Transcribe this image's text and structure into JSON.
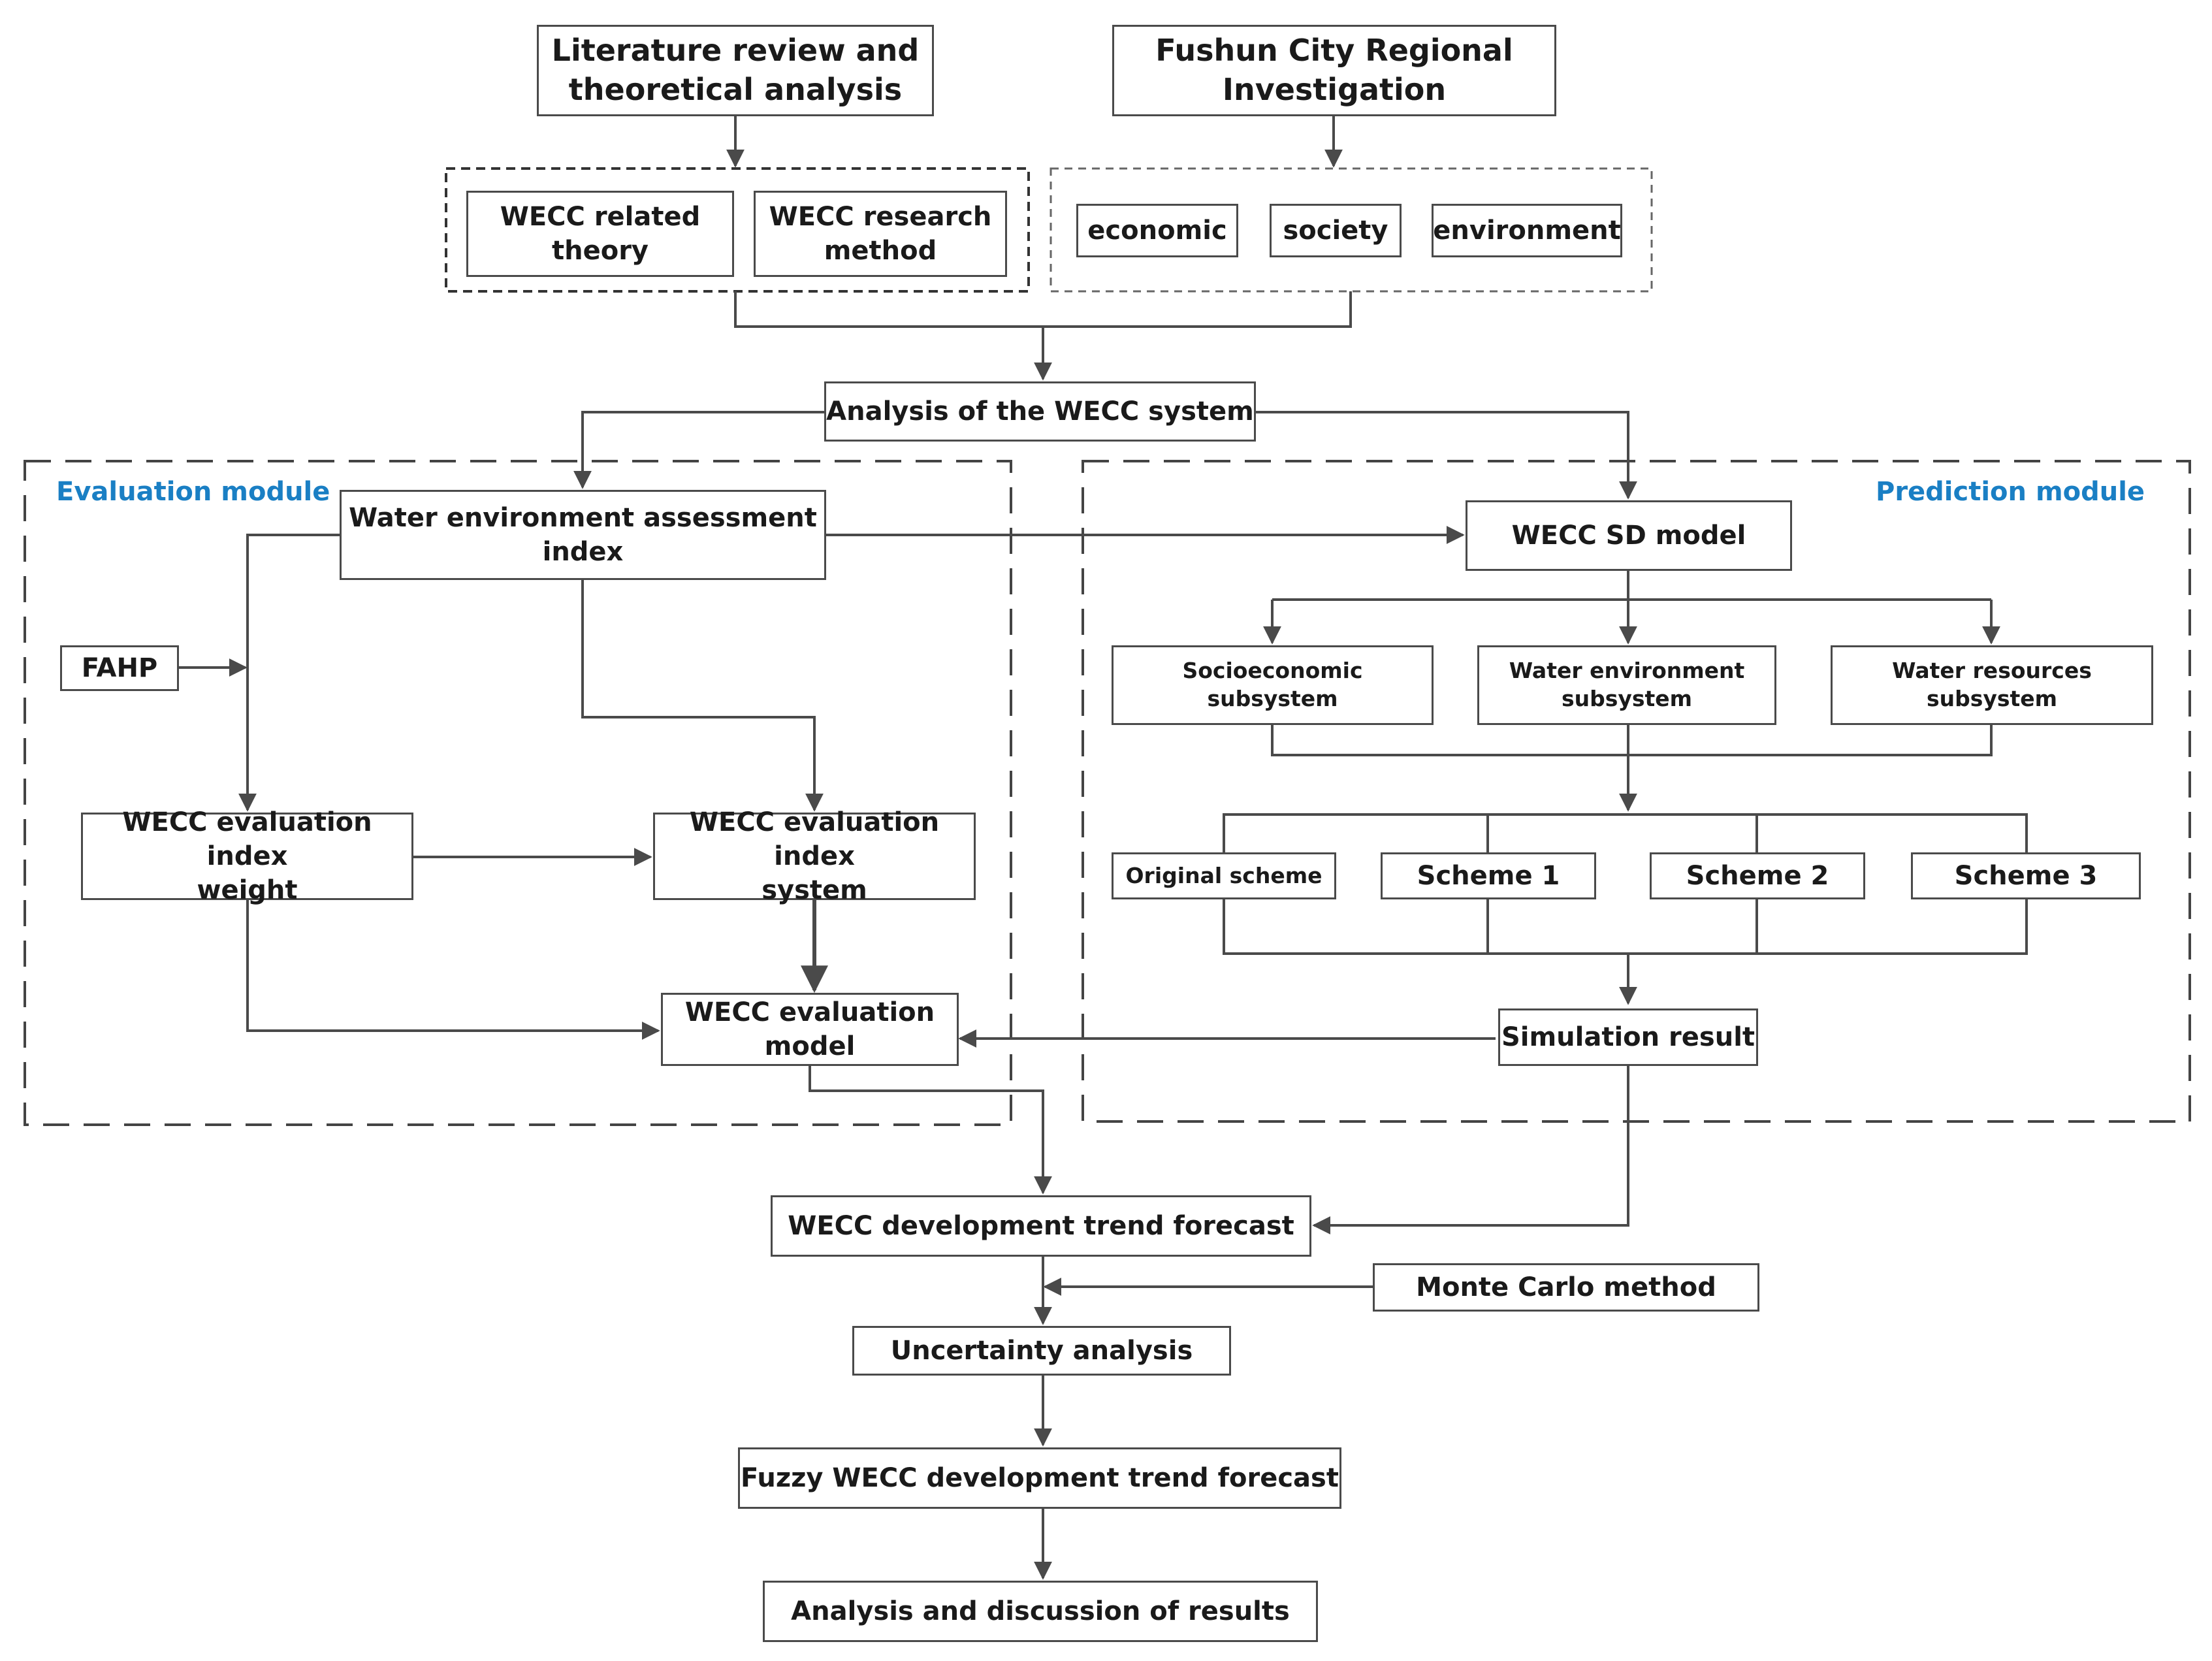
{
  "diagram": {
    "modules": {
      "evaluation": "Evaluation module",
      "prediction": "Prediction module"
    },
    "nodes": {
      "literature": "Literature review and\ntheoretical analysis",
      "fushun": "Fushun City Regional\nInvestigation",
      "wecc_theory": "WECC related\ntheory",
      "wecc_method": "WECC research\nmethod",
      "economic": "economic",
      "society": "society",
      "environment": "environment",
      "analysis_system": "Analysis of the WECC system",
      "wea_index": "Water environment assessment\nindex",
      "fahp": "FAHP",
      "eval_weight": "WECC evaluation index\nweight",
      "eval_system": "WECC evaluation index\nsystem",
      "eval_model": "WECC evaluation\nmodel",
      "sd_model": "WECC SD model",
      "socio_sub": "Socioeconomic subsystem",
      "water_env_sub": "Water environment\nsubsystem",
      "water_res_sub": "Water resources subsystem",
      "original_scheme": "Original scheme",
      "scheme1": "Scheme 1",
      "scheme2": "Scheme 2",
      "scheme3": "Scheme 3",
      "simulation": "Simulation result",
      "trend_forecast": "WECC development trend forecast",
      "monte_carlo": "Monte Carlo method",
      "uncertainty": "Uncertainty analysis",
      "fuzzy_forecast": "Fuzzy WECC development trend forecast",
      "discussion": "Analysis and discussion of results"
    },
    "colors": {
      "line": "#4a4a4a",
      "module_label": "#1a7fc4",
      "text": "#1a1a1a"
    }
  }
}
